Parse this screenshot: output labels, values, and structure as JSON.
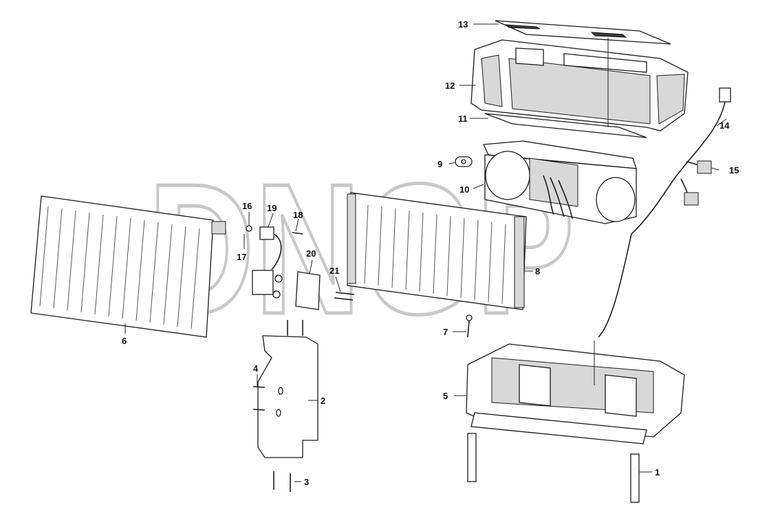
{
  "diagram": {
    "watermark": "DNGP",
    "colors": {
      "line": "#1a1a1a",
      "shade": "#d8d8d8",
      "watermark": "#c8c8c8",
      "background": "#ffffff"
    },
    "callouts": [
      {
        "id": "1",
        "label": "1"
      },
      {
        "id": "2",
        "label": "2"
      },
      {
        "id": "3",
        "label": "3"
      },
      {
        "id": "4",
        "label": "4"
      },
      {
        "id": "5",
        "label": "5"
      },
      {
        "id": "6",
        "label": "6"
      },
      {
        "id": "7",
        "label": "7"
      },
      {
        "id": "8",
        "label": "8"
      },
      {
        "id": "9",
        "label": "9"
      },
      {
        "id": "10",
        "label": "10"
      },
      {
        "id": "11",
        "label": "11"
      },
      {
        "id": "12",
        "label": "12"
      },
      {
        "id": "13",
        "label": "13"
      },
      {
        "id": "14",
        "label": "14"
      },
      {
        "id": "15",
        "label": "15"
      },
      {
        "id": "16",
        "label": "16"
      },
      {
        "id": "17",
        "label": "17"
      },
      {
        "id": "18",
        "label": "18"
      },
      {
        "id": "19",
        "label": "19"
      },
      {
        "id": "20",
        "label": "20"
      },
      {
        "id": "21",
        "label": "21"
      }
    ]
  }
}
